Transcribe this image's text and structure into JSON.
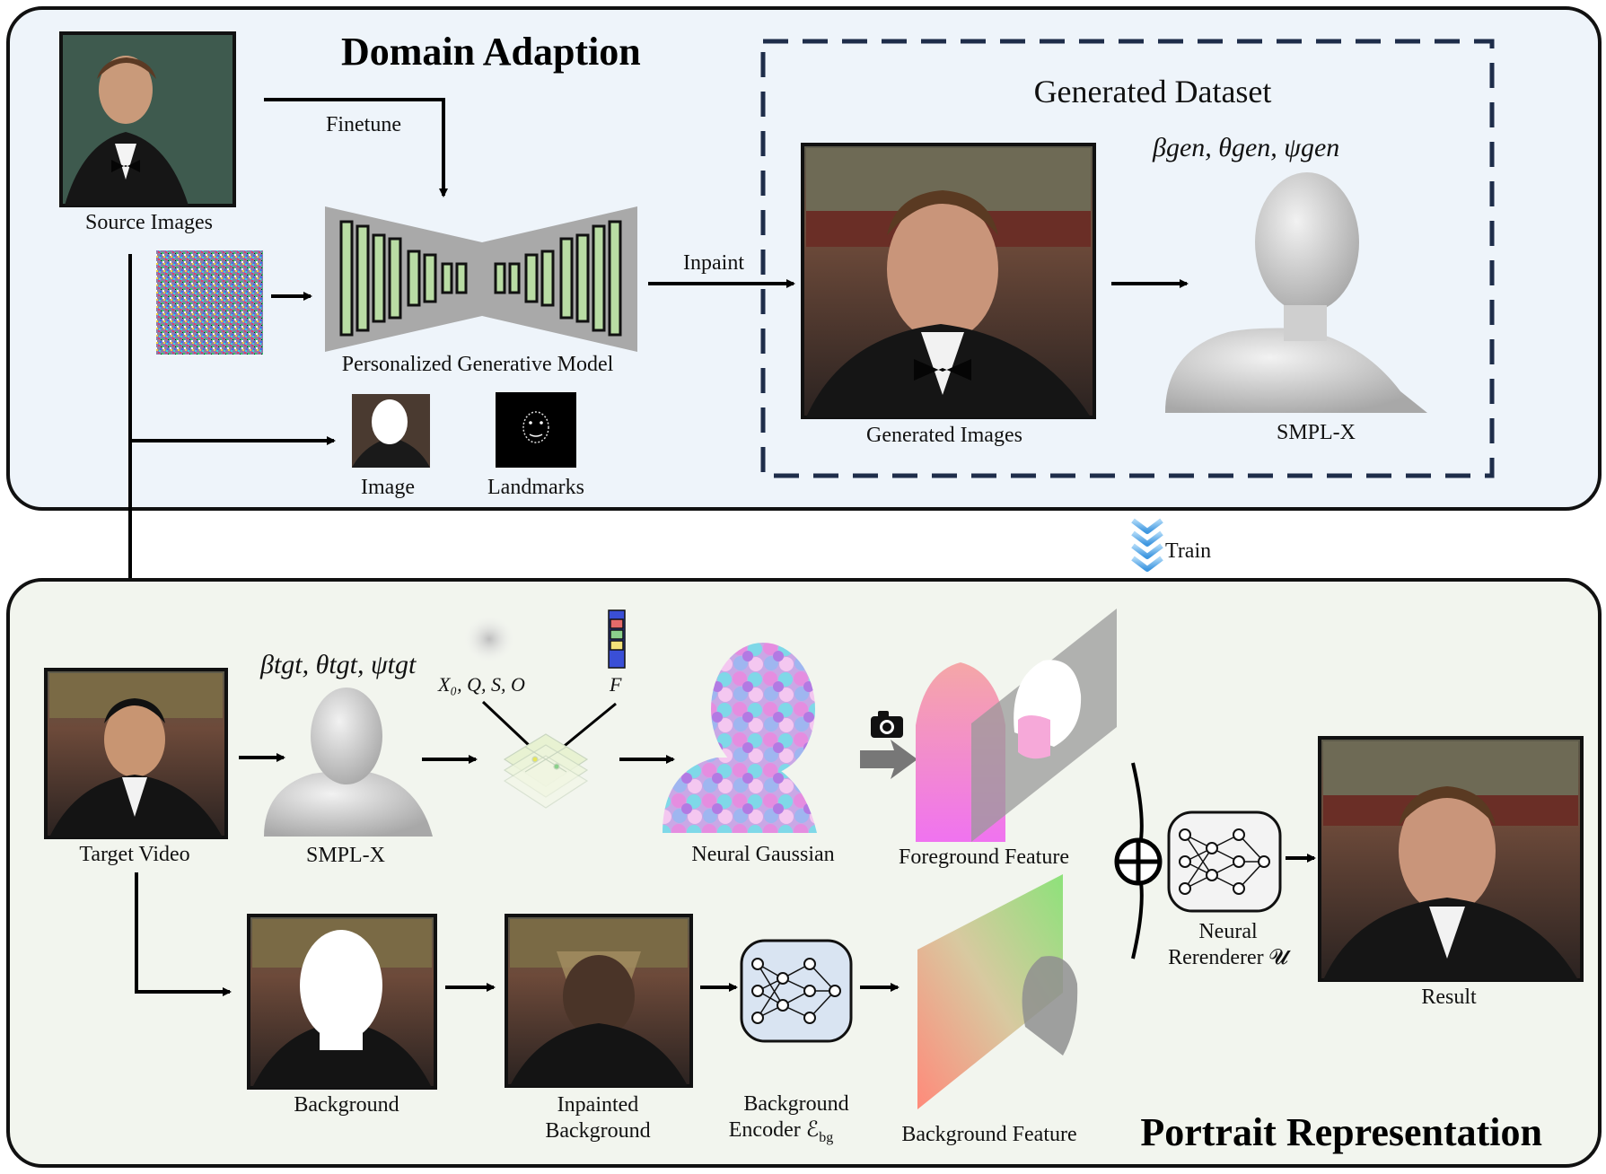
{
  "titles": {
    "domain_adaption": "Domain Adaption",
    "portrait_representation": "Portrait Representation",
    "generated_dataset": "Generated Dataset"
  },
  "labels": {
    "source_images": "Source Images",
    "finetune": "Finetune",
    "inpaint": "Inpaint",
    "personalized_model": "Personalized Generative Model",
    "image": "Image",
    "landmarks": "Landmarks",
    "generated_images": "Generated Images",
    "smplx_top": "SMPL-X",
    "train": "Train",
    "target_video": "Target Video",
    "smplx_bottom": "SMPL-X",
    "neural_gaussian": "Neural Gaussian",
    "foreground_feature": "Foreground Feature",
    "neural_renderer_line1": "Neural",
    "neural_renderer_line2": "Rerenderer 𝓤",
    "result": "Result",
    "background": "Background",
    "inpainted_bg_line1": "Inpainted",
    "inpainted_bg_line2": "Background",
    "bg_encoder_line1": "Background",
    "bg_encoder_line2": "Encoder ℰ",
    "bg_encoder_sub": "bg",
    "background_feature": "Background Feature"
  },
  "math": {
    "gen_params": "βgen, θgen, ψgen",
    "tgt_params": "βtgt, θtgt, ψtgt",
    "gaussian_attrs": "X₀, Q, S, O",
    "feature": "F"
  },
  "colors": {
    "top_panel_bg": "#eef4fa",
    "bottom_panel_bg": "#f2f5ee",
    "dashed_border": "#1e2d4a",
    "network_bar": "#b9dca4",
    "network_body": "#a9a9a9",
    "train_chevron": "#5aa9e6"
  },
  "icons": [
    "camera-icon",
    "oplus-icon",
    "train-chevron-icon",
    "neural-network-icon"
  ]
}
